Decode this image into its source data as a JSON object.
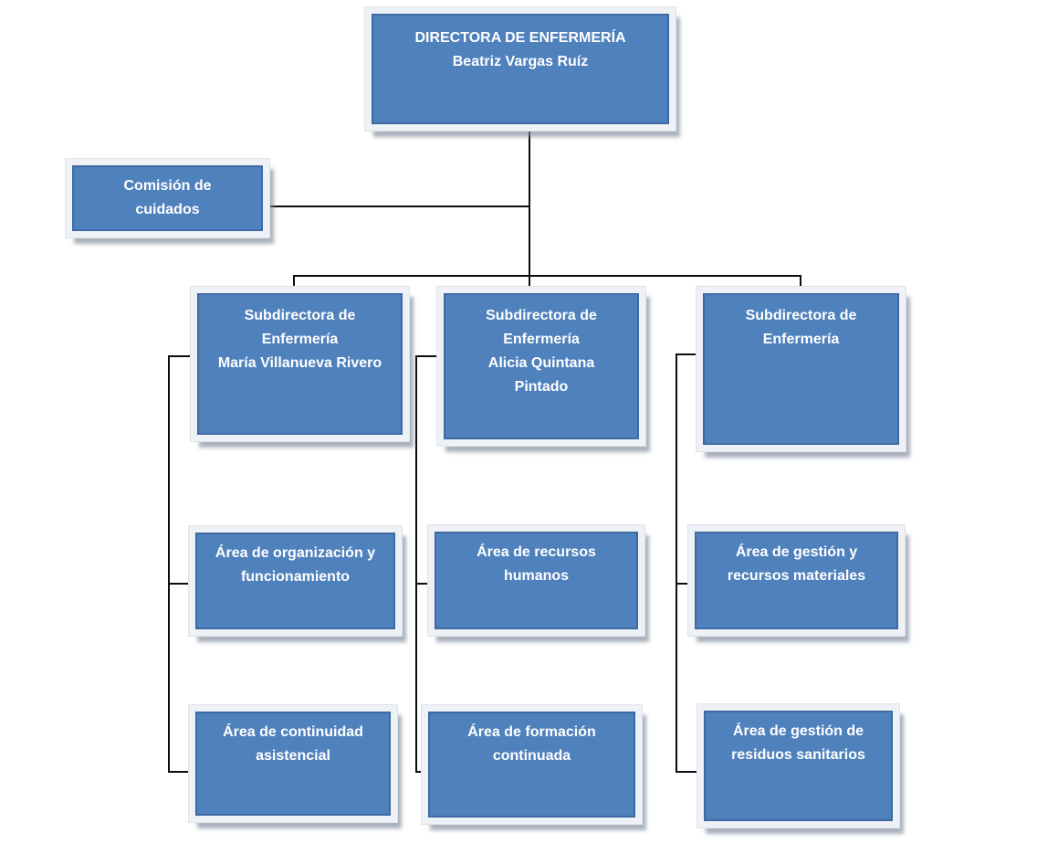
{
  "palette": {
    "box_fill": "#4f81bd",
    "box_border": "#3d6aa2",
    "box_text": "#ffffff",
    "mat": "#eef1f5",
    "shadow": "#7d8899",
    "connector": "#0d0d0d",
    "background": "#ffffff"
  },
  "org_chart": {
    "director": {
      "title": "DIRECTORA DE ENFERMERÍA",
      "name": "Beatriz Vargas Ruíz"
    },
    "comision": {
      "label": "Comisión de cuidados"
    },
    "subdirectors": [
      {
        "title": "Subdirectora de Enfermería",
        "name": "María Villanueva Rivero"
      },
      {
        "title": "Subdirectora de Enfermería",
        "name": "Alicia Quintana Pintado"
      },
      {
        "title": "Subdirectora de Enfermería",
        "name": ""
      }
    ],
    "areas_row1": [
      {
        "label": "Área de organización y funcionamiento"
      },
      {
        "label": "Área de recursos humanos"
      },
      {
        "label": "Área de gestión y recursos materiales"
      }
    ],
    "areas_row2": [
      {
        "label": "Área de continuidad asistencial"
      },
      {
        "label": "Área de formación continuada"
      },
      {
        "label": "Área de gestión de residuos sanitarios"
      }
    ]
  }
}
